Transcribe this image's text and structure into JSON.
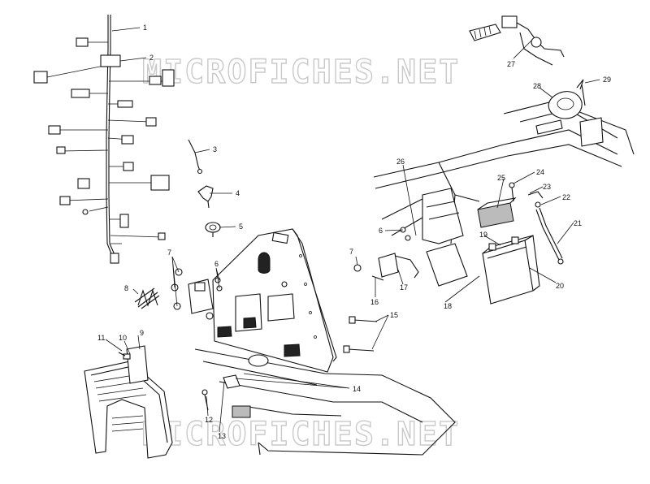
{
  "watermark": {
    "top": "MICROFICHES.NET",
    "bottom": "MICROFICHES.NET"
  },
  "callouts": {
    "c1": "1",
    "c2": "2",
    "c3": "3",
    "c4": "4",
    "c5": "5",
    "c6a": "6",
    "c6b": "6",
    "c7a": "7",
    "c7b": "7",
    "c8": "8",
    "c9": "9",
    "c10": "10",
    "c11": "11",
    "c12": "12",
    "c13": "13",
    "c14": "14",
    "c15": "15",
    "c16": "16",
    "c17": "17",
    "c18": "18",
    "c19": "19",
    "c20": "20",
    "c21": "21",
    "c22": "22",
    "c23": "23",
    "c24": "24",
    "c25": "25",
    "c26": "26",
    "c27": "27",
    "c28": "28",
    "c29": "29"
  }
}
